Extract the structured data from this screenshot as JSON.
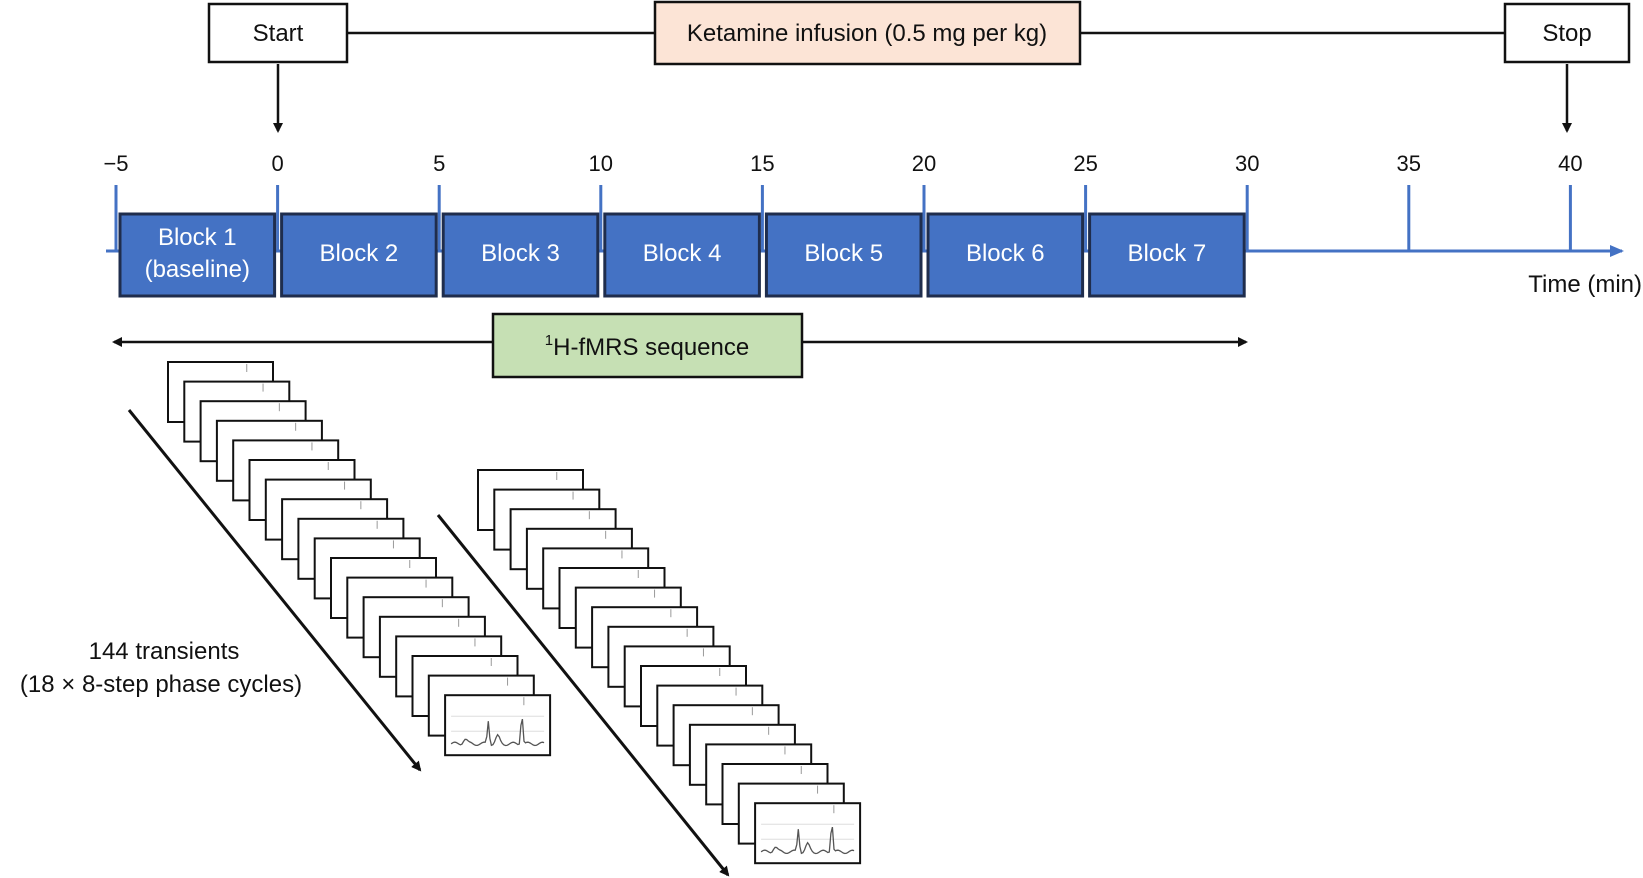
{
  "infusion": {
    "start_label": "Start",
    "stop_label": "Stop",
    "drug_label": "Ketamine infusion (0.5 mg per kg)"
  },
  "timeline": {
    "ticks": [
      -5,
      0,
      5,
      10,
      15,
      20,
      25,
      30,
      35,
      40
    ],
    "tick_labels": [
      "−5",
      "0",
      "5",
      "10",
      "15",
      "20",
      "25",
      "30",
      "35",
      "40"
    ],
    "axis_label": "Time (min)",
    "start_time": 0,
    "stop_time": 40
  },
  "blocks": [
    {
      "line1": "Block 1",
      "line2": "(baseline)",
      "start": -5,
      "end": 0
    },
    {
      "line1": "Block 2",
      "line2": "",
      "start": 0,
      "end": 5
    },
    {
      "line1": "Block 3",
      "line2": "",
      "start": 5,
      "end": 10
    },
    {
      "line1": "Block 4",
      "line2": "",
      "start": 10,
      "end": 15
    },
    {
      "line1": "Block 5",
      "line2": "",
      "start": 15,
      "end": 20
    },
    {
      "line1": "Block 6",
      "line2": "",
      "start": 20,
      "end": 25
    },
    {
      "line1": "Block 7",
      "line2": "",
      "start": 25,
      "end": 30
    }
  ],
  "sequence": {
    "superscript": "1",
    "label": "H-fMRS sequence",
    "start": -5,
    "end": 30
  },
  "transients": {
    "line1": "144 transients",
    "line2": "(18 × 8-step phase cycles)"
  },
  "colors": {
    "block_fill": "#4472c4",
    "block_border": "#1f2d4d",
    "axis": "#4472c4",
    "infusion_box": "#fce4d6",
    "sequence_box": "#c6e0b4",
    "line": "#111111"
  }
}
